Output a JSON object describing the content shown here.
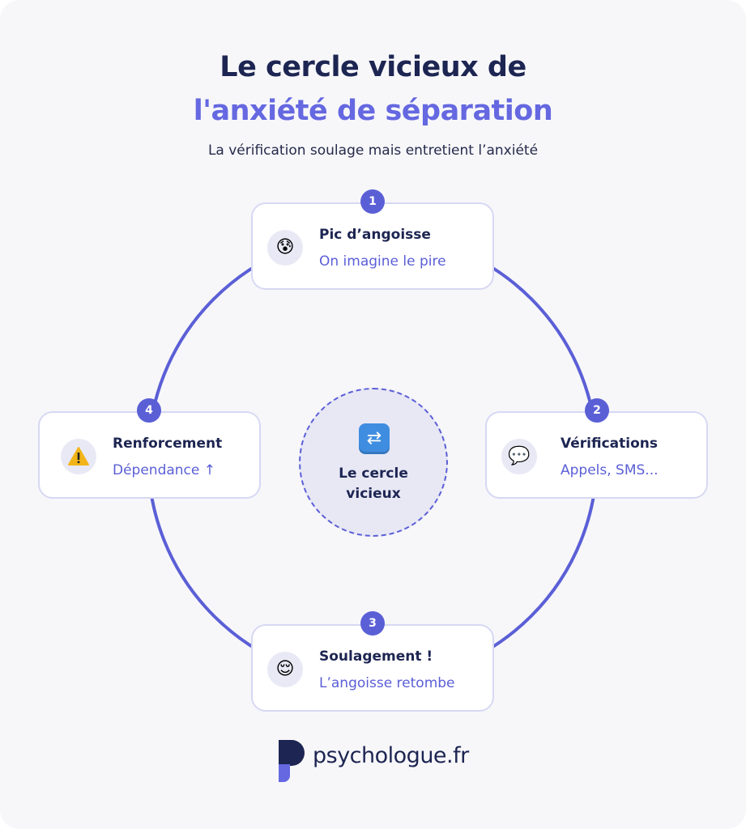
{
  "title": {
    "line1": "Le cercle vicieux de",
    "line2": "l'anxiété de séparation"
  },
  "subtitle": "La vérification soulage mais entretient l’anxiété",
  "center": {
    "icon": "repeat-arrows-icon",
    "label_line1": "Le cercle",
    "label_line2": "vicieux"
  },
  "steps": [
    {
      "number": "1",
      "icon": "anxious-face-icon",
      "title": "Pic d’angoisse",
      "subtitle": "On imagine le pire"
    },
    {
      "number": "2",
      "icon": "speech-bubble-icon",
      "title": "Vérifications",
      "subtitle": "Appels, SMS..."
    },
    {
      "number": "3",
      "icon": "relieved-face-icon",
      "title": "Soulagement !",
      "subtitle": "L’angoisse retombe"
    },
    {
      "number": "4",
      "icon": "warning-icon",
      "title": "Renforcement",
      "subtitle": "Dépendance ↑"
    }
  ],
  "brand": {
    "name": "psychologue.fr",
    "logo_icon": "psychologue-logo-icon"
  },
  "colors": {
    "accent": "#5b5fd6",
    "title_dark": "#1d2552",
    "title_accent": "#6568e0",
    "background": "#f7f7fa"
  }
}
